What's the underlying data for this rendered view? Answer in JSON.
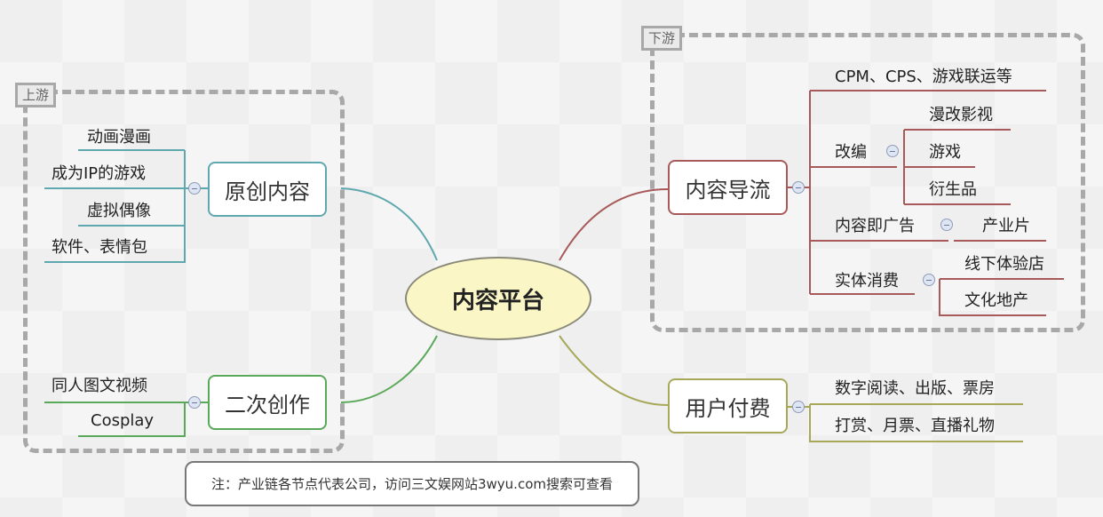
{
  "center": "内容平台",
  "upstream": {
    "tag": "上游",
    "original": {
      "label": "原创内容",
      "leaves": [
        "动画漫画",
        "成为IP的游戏",
        "虚拟偶像",
        "软件、表情包"
      ]
    },
    "derivative": {
      "label": "二次创作",
      "leaves": [
        "同人图文视频",
        "Cosplay"
      ]
    }
  },
  "downstream": {
    "tag": "下游",
    "traffic": {
      "label": "内容导流",
      "cpm": "CPM、CPS、游戏联运等",
      "adapt": {
        "label": "改编",
        "leaves": [
          "漫改影视",
          "游戏",
          "衍生品"
        ]
      },
      "ad": {
        "label": "内容即广告",
        "leaf": "产业片"
      },
      "physical": {
        "label": "实体消费",
        "leaves": [
          "线下体验店",
          "文化地产"
        ]
      }
    }
  },
  "payment": {
    "label": "用户付费",
    "leaves": [
      "数字阅读、出版、票房",
      "打赏、月票、直播礼物"
    ]
  },
  "note": "注：产业链各节点代表公司，访问三文娱网站3wyu.com搜索可查看",
  "colors": {
    "teal": "#5fa8b0",
    "green": "#5aa85a",
    "red": "#a85a5a",
    "olive": "#a8a85a",
    "center_fill": "#fbf6c6"
  }
}
